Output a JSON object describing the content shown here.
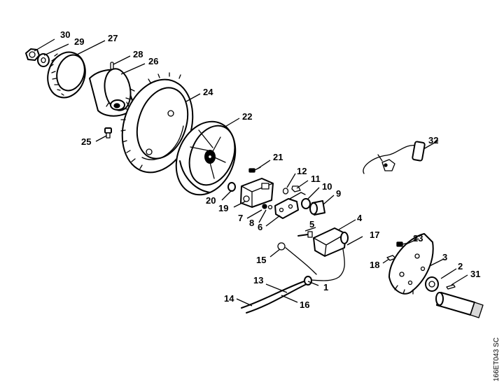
{
  "drawing_code": "166ET043 SC",
  "callouts": [
    {
      "id": "c30",
      "label": "30"
    },
    {
      "id": "c29",
      "label": "29"
    },
    {
      "id": "c27",
      "label": "27"
    },
    {
      "id": "c28",
      "label": "28"
    },
    {
      "id": "c26",
      "label": "26"
    },
    {
      "id": "c24",
      "label": "24"
    },
    {
      "id": "c22",
      "label": "22"
    },
    {
      "id": "c25",
      "label": "25"
    },
    {
      "id": "c21",
      "label": "21"
    },
    {
      "id": "c12",
      "label": "12"
    },
    {
      "id": "c11",
      "label": "11"
    },
    {
      "id": "c10",
      "label": "10"
    },
    {
      "id": "c9",
      "label": "9"
    },
    {
      "id": "c20",
      "label": "20"
    },
    {
      "id": "c19",
      "label": "19"
    },
    {
      "id": "c7",
      "label": "7"
    },
    {
      "id": "c8",
      "label": "8"
    },
    {
      "id": "c6",
      "label": "6"
    },
    {
      "id": "c5",
      "label": "5"
    },
    {
      "id": "c4",
      "label": "4"
    },
    {
      "id": "c17",
      "label": "17"
    },
    {
      "id": "c32",
      "label": "32"
    },
    {
      "id": "c23",
      "label": "23"
    },
    {
      "id": "c3",
      "label": "3"
    },
    {
      "id": "c2",
      "label": "2"
    },
    {
      "id": "c31",
      "label": "31"
    },
    {
      "id": "c18",
      "label": "18"
    },
    {
      "id": "c15",
      "label": "15"
    },
    {
      "id": "c13",
      "label": "13"
    },
    {
      "id": "c1",
      "label": "1"
    },
    {
      "id": "c14",
      "label": "14"
    },
    {
      "id": "c16",
      "label": "16"
    }
  ]
}
